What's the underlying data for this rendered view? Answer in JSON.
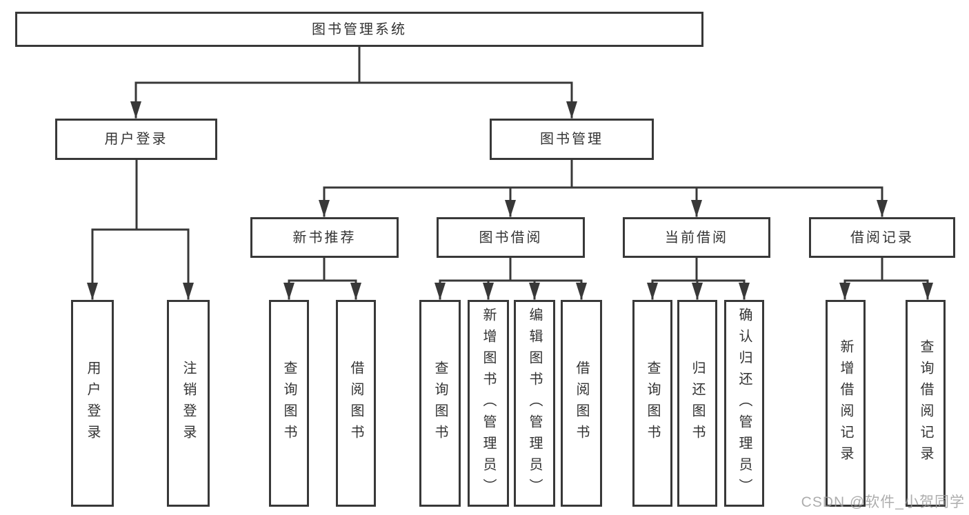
{
  "diagram": {
    "type": "tree-structure-diagram",
    "colors": {
      "line": "#383838",
      "box_border": "#383838",
      "text": "#333333",
      "background": "#ffffff",
      "watermark": "#9b9b9b"
    },
    "tree": {
      "root": {
        "label": "图书管理系统",
        "children": [
          {
            "label": "用户登录",
            "children": [
              {
                "label": "用户登录"
              },
              {
                "label": "注销登录"
              }
            ]
          },
          {
            "label": "图书管理",
            "children": [
              {
                "label": "新书推荐",
                "children": [
                  {
                    "label": "查询图书"
                  },
                  {
                    "label": "借阅图书"
                  }
                ]
              },
              {
                "label": "图书借阅",
                "children": [
                  {
                    "label": "查询图书"
                  },
                  {
                    "label": "新增图书（管理员）"
                  },
                  {
                    "label": "编辑图书（管理员）"
                  },
                  {
                    "label": "借阅图书"
                  }
                ]
              },
              {
                "label": "当前借阅",
                "children": [
                  {
                    "label": "查询图书"
                  },
                  {
                    "label": "归还图书"
                  },
                  {
                    "label": "确认归还（管理员）"
                  }
                ]
              },
              {
                "label": "借阅记录",
                "children": [
                  {
                    "label": "新增借阅记录"
                  },
                  {
                    "label": "查询借阅记录"
                  }
                ]
              }
            ]
          }
        ]
      }
    }
  },
  "watermark": {
    "text": "CSDN @软件_小贺同学"
  }
}
